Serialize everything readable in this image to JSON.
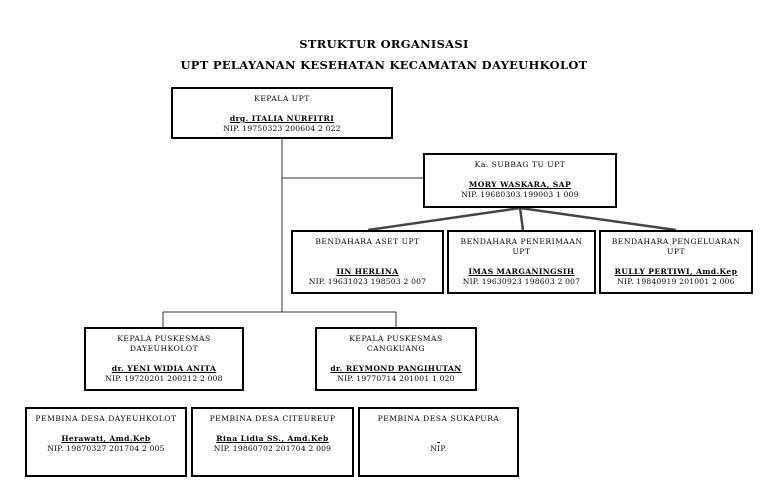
{
  "title": "STRUKTUR ORGANISASI",
  "subtitle": "UPT PELAYANAN KESEHATAN KECAMATAN DAYEUHKOLOT",
  "head": {
    "role": "KEPALA UPT",
    "name": "drg. ITALIA NURFITRI",
    "nip": "NIP. 19750323 200604 2 022"
  },
  "subbag": {
    "role": "Ka. SUBBAG TU UPT",
    "name": "MORY WASKARA, SAP",
    "nip": "NIP. 19680303 199003 1 009"
  },
  "bendahara": [
    {
      "role_1": "BENDAHARA ASET UPT",
      "role_2": "",
      "name": "IIN HERLINA",
      "nip": "NIP. 19631023 198503 2 007"
    },
    {
      "role_1": "BENDAHARA PENERIMAAN",
      "role_2": "UPT",
      "name": "IMAS MARGANINGSIH",
      "nip": "NIP. 19630923 198603 2 007"
    },
    {
      "role_1": "BENDAHARA PENGELUARAN",
      "role_2": "UPT",
      "name": "RULLY PERTIWI, Amd.Kep",
      "nip": "NIP. 19840919 201001 2 006"
    }
  ],
  "puskesmas": [
    {
      "role_1": "KEPALA PUSKESMAS",
      "role_2": "DAYEUHKOLOT",
      "name": "dr. YENI WIDIA ANITA",
      "nip": "NIP. 19720201 200212 2 008"
    },
    {
      "role_1": "KEPALA PUSKESMAS",
      "role_2": "CANGKUANG",
      "name": "dr. REYMOND PANGIHUTAN",
      "nip": "NIP. 19770714 201001 1 020"
    }
  ],
  "pembina": [
    {
      "role": "PEMBINA DESA DAYEUHKOLOT",
      "name": "Herawati, Amd.Keb",
      "nip": "NIP. 19870327 201704 2 005"
    },
    {
      "role": "PEMBINA DESA CITEUREUP",
      "name": "Rina Lidia SS., Amd.Keb",
      "nip": "NIP. 19860702 201704 2  009"
    },
    {
      "role": "PEMBINA DESA SUKAPURA",
      "name": "",
      "nip": "NIP."
    }
  ]
}
